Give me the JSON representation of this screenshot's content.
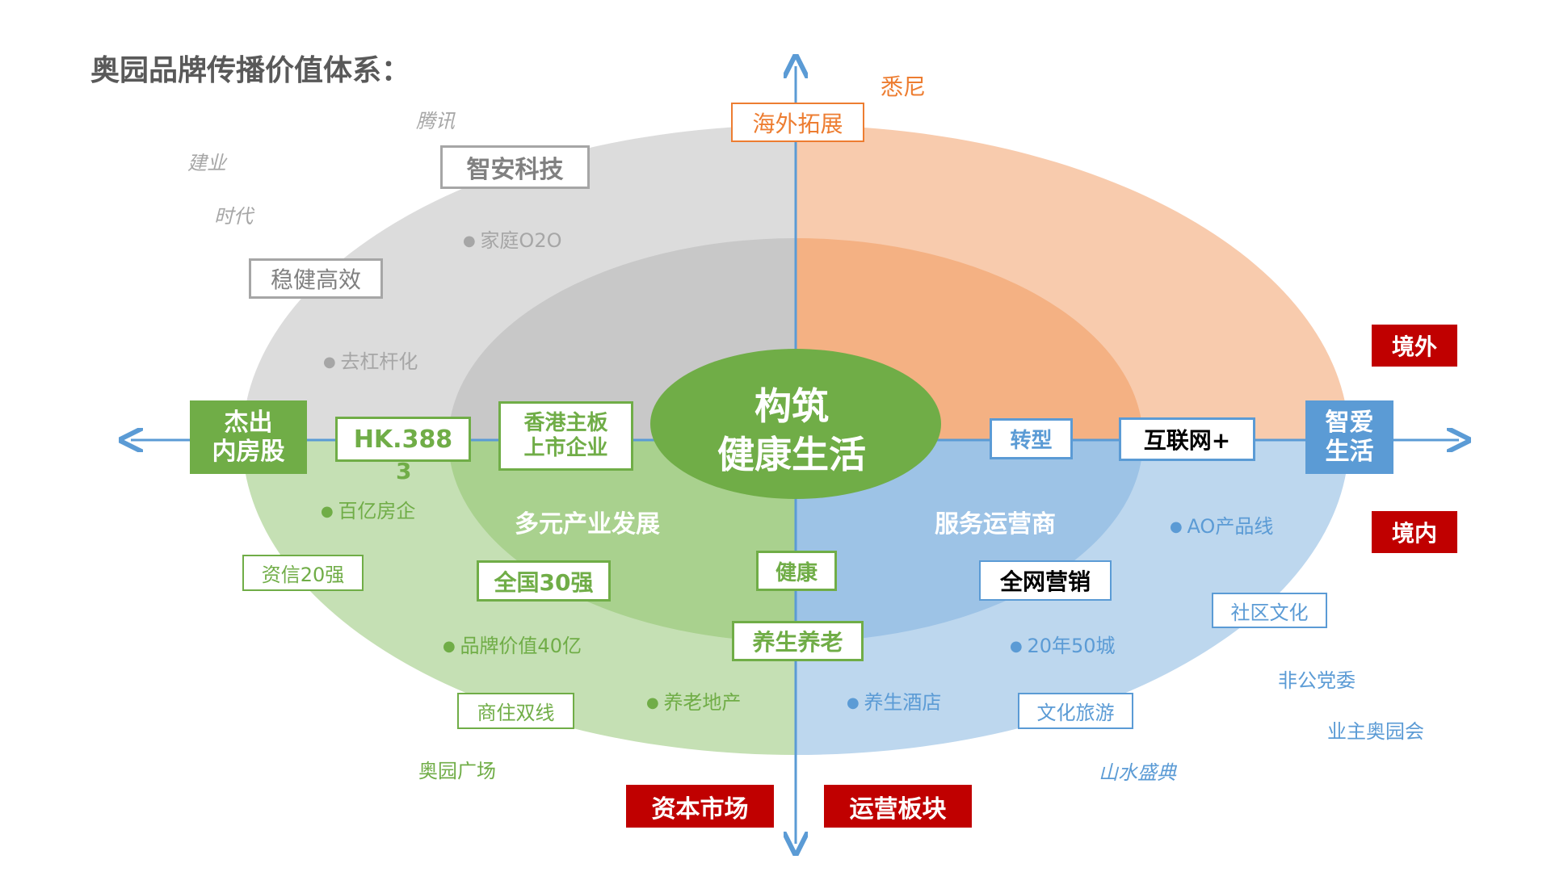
{
  "title": "奥园品牌传播价值体系：",
  "center": {
    "line1": "构筑",
    "line2": "健康生活"
  },
  "axis": {
    "left_line1": "杰出",
    "left_line2": "内房股",
    "right_line1": "智爱",
    "right_line2": "生活"
  },
  "red_tags": {
    "overseas": "境外",
    "domestic": "境内",
    "capital_market": "资本市场",
    "operations": "运营板块"
  },
  "top_left": {
    "italic_tencent": "腾讯",
    "italic_jianye": "建业",
    "italic_shidai": "时代",
    "box_zhian": "智安科技",
    "box_wenjian": "稳健高效",
    "dot_o2o": "家庭O2O",
    "dot_deleverage": "去杠杆化"
  },
  "top_right": {
    "sydney": "悉尼",
    "box_overseas": "海外拓展",
    "box_transform": "转型",
    "box_internet": "互联网+"
  },
  "bottom_left": {
    "box_hk": "HK.3883",
    "box_hk_line1": "HK.388",
    "box_hk_line2": "3",
    "box_hkmain_line1": "香港主板",
    "box_hkmain_line2": "上市企业",
    "quadrant_label": "多元产业发展",
    "dot_baiyi": "百亿房企",
    "box_zixin": "资信20强",
    "box_national30": "全国30强",
    "dot_brand": "品牌价值40亿",
    "box_shangzhu": "商住双线",
    "dot_elderly_estate": "养老地产",
    "aoyuan_plaza": "奥园广场"
  },
  "bottom_right": {
    "quadrant_label": "服务运营商",
    "dot_ao": "AO产品线",
    "box_allnet": "全网营销",
    "box_community": "社区文化",
    "dot_2050": "20年50城",
    "nonpublic": "非公党委",
    "dot_hotel": "养生酒店",
    "box_culture_travel": "文化旅游",
    "owners_club": "业主奥园会",
    "italic_shanshui": "山水盛典"
  },
  "center_axis": {
    "box_health": "健康",
    "box_yangsheng": "养生养老"
  },
  "colors": {
    "gray_outer": "#dcdcdc",
    "gray_inner": "#c8c8c8",
    "orange_outer": "#f8cbad",
    "orange_inner": "#f4b183",
    "green_outer": "#c5e0b4",
    "green_inner": "#a9d18e",
    "blue_outer": "#bdd7ee",
    "blue_inner": "#9dc3e6",
    "center_green": "#70ad47",
    "axis_blue": "#5b9bd5",
    "red": "#c00000"
  }
}
